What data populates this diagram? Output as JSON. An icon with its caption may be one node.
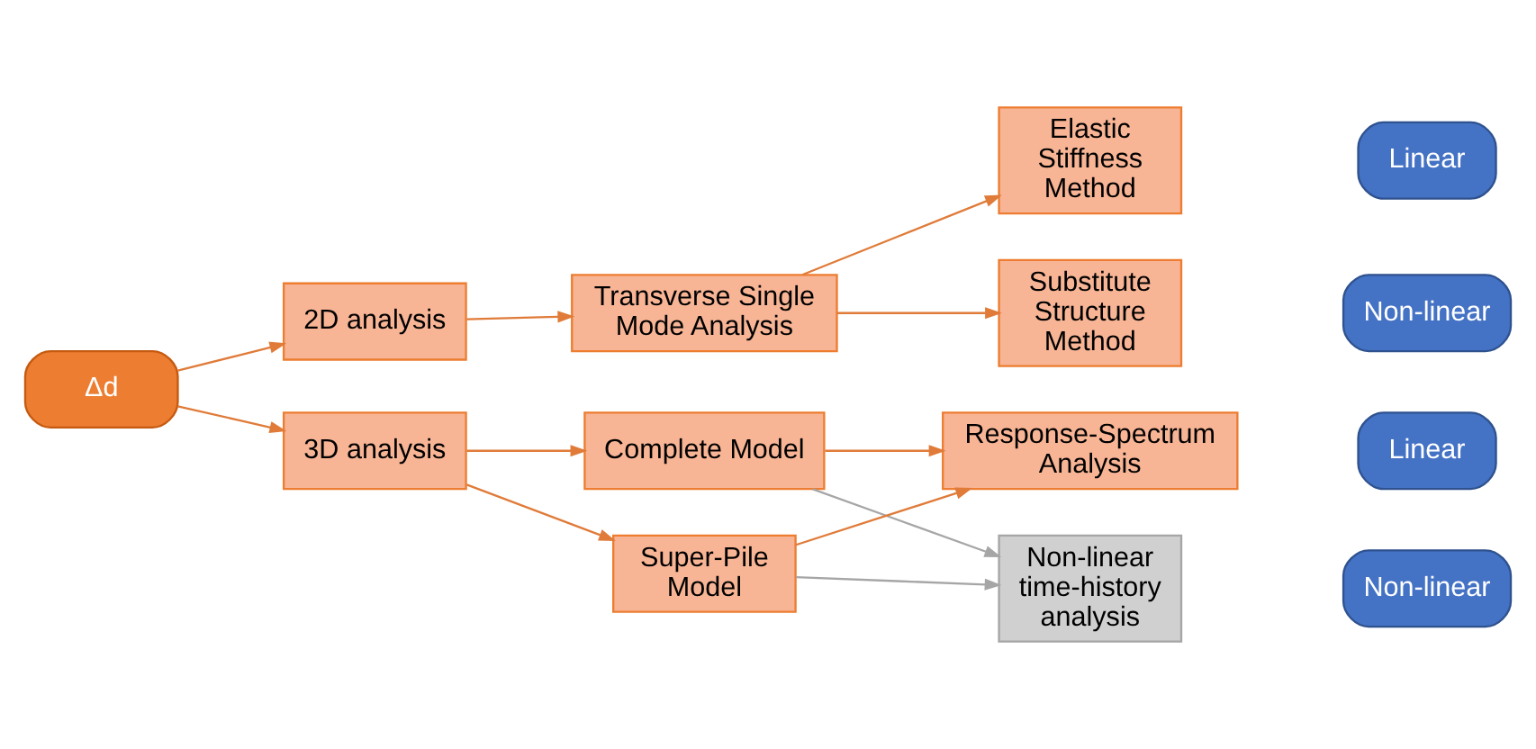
{
  "diagram": {
    "nodes": [
      {
        "text": [
          "Δd"
        ]
      },
      {
        "text": [
          "2D analysis"
        ]
      },
      {
        "text": [
          "3D analysis"
        ]
      },
      {
        "text": [
          "Transverse Single Mode Analysis"
        ]
      },
      {
        "text": [
          "Complete Model"
        ]
      },
      {
        "text": [
          "Super-Pile Model"
        ]
      },
      {
        "text": [
          "Elastic Stiffness Method"
        ]
      },
      {
        "text": [
          "Substitute Structure Method"
        ]
      },
      {
        "text": [
          "Response-Spectrum Analysis"
        ]
      },
      {
        "text": [
          "Non-linear time-history analysis"
        ]
      },
      {
        "text": [
          "Linear"
        ]
      },
      {
        "text": [
          "Non-linear"
        ]
      },
      {
        "text": [
          "Linear"
        ]
      },
      {
        "text": [
          "Non-linear"
        ]
      }
    ],
    "edges": [
      {
        "from": 0,
        "to": 1,
        "arrow": "to"
      },
      {
        "from": 0,
        "to": 2,
        "arrow": "to"
      },
      {
        "from": 1,
        "to": 3,
        "arrow": "to"
      },
      {
        "from": 3,
        "to": 6,
        "arrow": "to"
      },
      {
        "from": 3,
        "to": 7,
        "arrow": "to"
      },
      {
        "from": 2,
        "to": 4,
        "arrow": "to"
      },
      {
        "from": 2,
        "to": 5,
        "arrow": "to"
      },
      {
        "from": 4,
        "to": 8,
        "arrow": "to"
      },
      {
        "from": 5,
        "to": 8,
        "arrow": "to"
      },
      {
        "from": 4,
        "to": 9,
        "arrow": "to",
        "color": "#a6a6a6"
      },
      {
        "from": 5,
        "to": 9,
        "arrow": "to",
        "color": "#a6a6a6"
      }
    ]
  }
}
